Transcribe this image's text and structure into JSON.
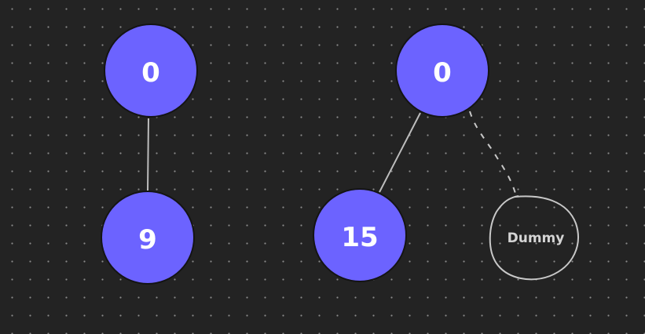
{
  "trees": [
    {
      "root": {
        "value": "0"
      },
      "left": {
        "value": "9"
      }
    },
    {
      "root": {
        "value": "0"
      },
      "left": {
        "value": "15"
      },
      "right_placeholder": {
        "label": "Dummy"
      }
    }
  ],
  "colors": {
    "background": "#232323",
    "grid_dot": "#8a8a8a",
    "node_fill": "#6c63ff",
    "node_stroke": "#141414",
    "node_text": "#ffffff",
    "edge": "#bdbdbd",
    "dummy_stroke": "#c8c8c8"
  }
}
